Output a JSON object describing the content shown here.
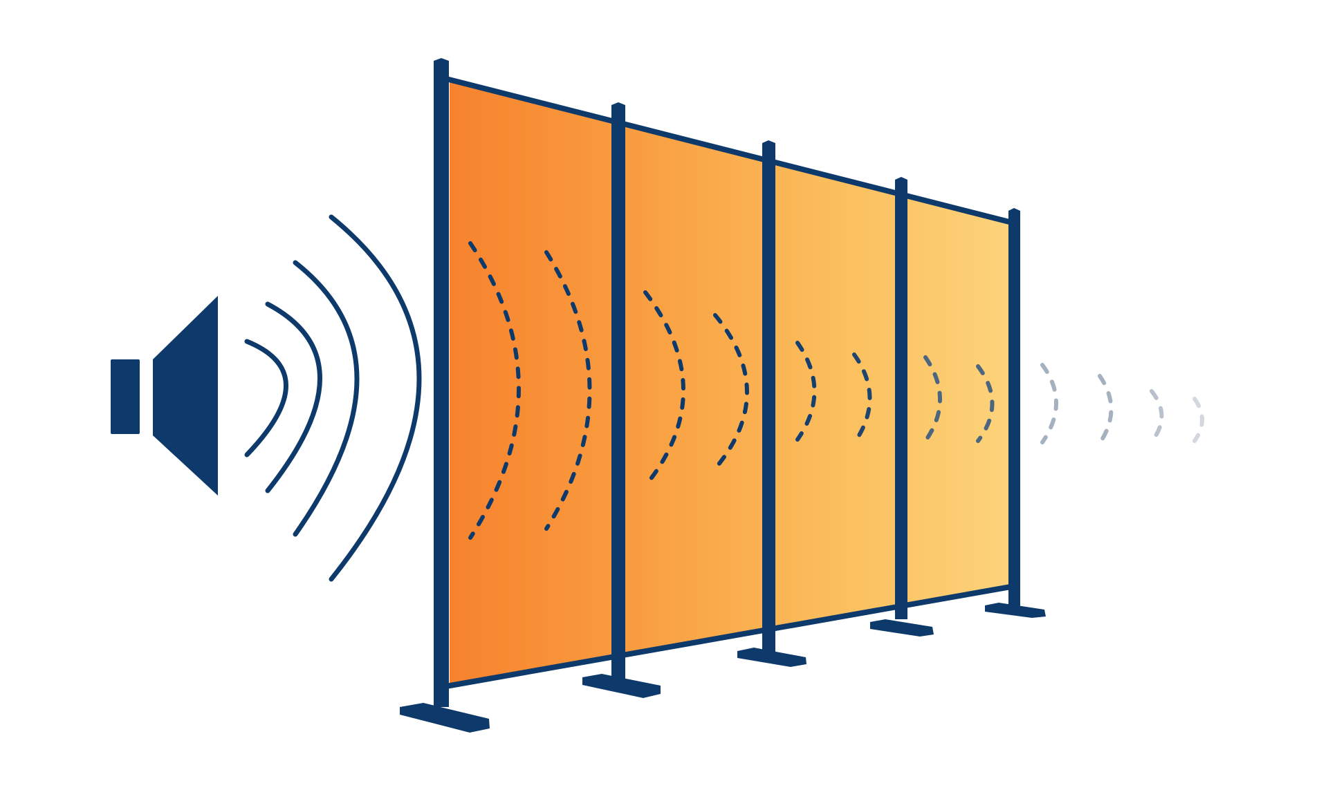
{
  "illustration": {
    "subject": "speaker-with-sound-waves-and-acoustic-panels",
    "icons": {
      "speaker": "speaker-icon",
      "sound_waves": "sound-wave-arcs",
      "panels": "acoustic-panel-screens"
    },
    "colors": {
      "navy": "#0e3a6b",
      "panel_orange": "#f7832e",
      "panel_mid": "#fab455",
      "panel_light": "#fcd27a",
      "background": "#ffffff",
      "faded_wave": "#a5b1bf"
    },
    "panel_count": 4
  }
}
